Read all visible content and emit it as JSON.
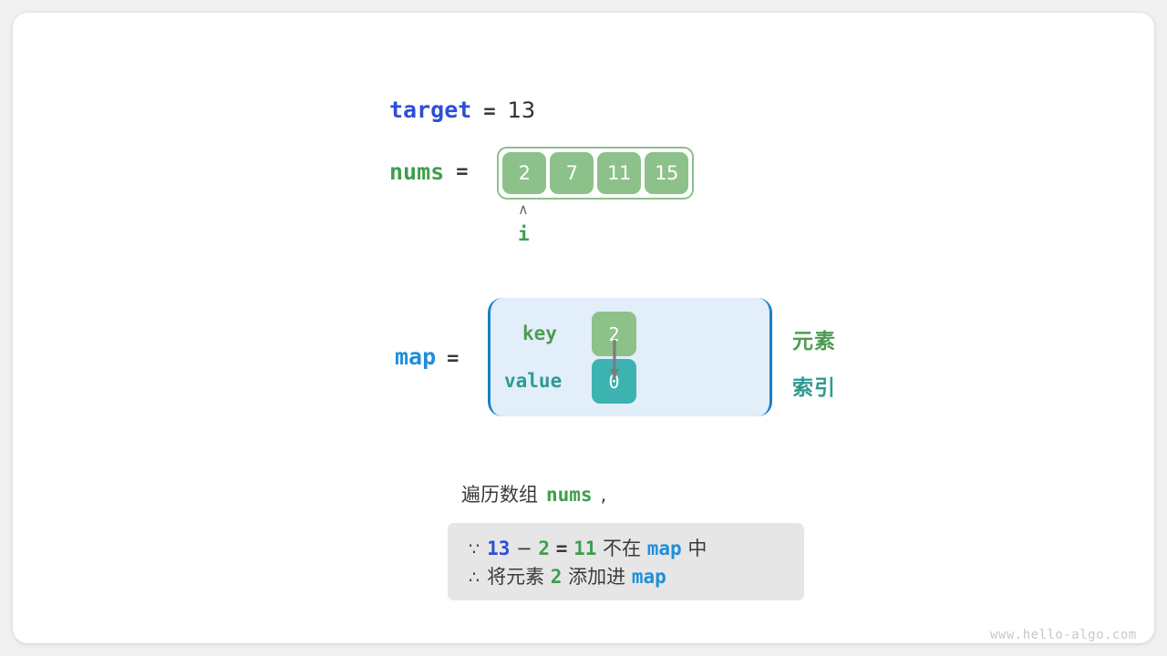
{
  "watermark": "www.hello-algo.com",
  "target": {
    "name": "target",
    "equals": "=",
    "value": "13"
  },
  "nums": {
    "name": "nums",
    "equals": "=",
    "cells": [
      "2",
      "7",
      "11",
      "15"
    ],
    "pointer": {
      "caret": "∧",
      "label": "i",
      "index": 0
    }
  },
  "map": {
    "name": "map",
    "equals": "=",
    "key_label": "key",
    "value_label": "value",
    "key_chip": "2",
    "value_chip": "0",
    "arrow": "down-arrow-icon"
  },
  "side_labels": {
    "element": "元素",
    "index": "索引"
  },
  "caption": {
    "prefix": "遍历数组",
    "code": "nums",
    "suffix": ","
  },
  "note": {
    "line1": {
      "symbol": "∵",
      "tokens": [
        {
          "t": "13",
          "c": "blue",
          "mono": true
        },
        {
          "t": "−",
          "c": "plain",
          "mono": false
        },
        {
          "t": "2",
          "c": "green",
          "mono": true
        },
        {
          "t": "=",
          "c": "plain",
          "mono": true
        },
        {
          "t": "11",
          "c": "green",
          "mono": true
        },
        {
          "t": "不在",
          "c": "plain",
          "mono": false
        },
        {
          "t": "map",
          "c": "lblue",
          "mono": true
        },
        {
          "t": "中",
          "c": "plain",
          "mono": false
        }
      ]
    },
    "line2": {
      "symbol": "∴",
      "tokens": [
        {
          "t": "将元素",
          "c": "plain",
          "mono": false
        },
        {
          "t": "2",
          "c": "green",
          "mono": true
        },
        {
          "t": "添加进",
          "c": "plain",
          "mono": false
        },
        {
          "t": "map",
          "c": "lblue",
          "mono": true
        }
      ]
    }
  },
  "colors": {
    "green": "#8cc18a",
    "green_text": "#3f9e4d",
    "teal": "#3cb3b0",
    "teal_text": "#2f9a93",
    "blue": "#2c4fd6",
    "light_blue": "#1f8fd8",
    "map_bg": "#e2eef9",
    "map_border": "#1b7fc4",
    "note_bg": "#e6e6e6",
    "page_bg": "#f0f0f0"
  }
}
